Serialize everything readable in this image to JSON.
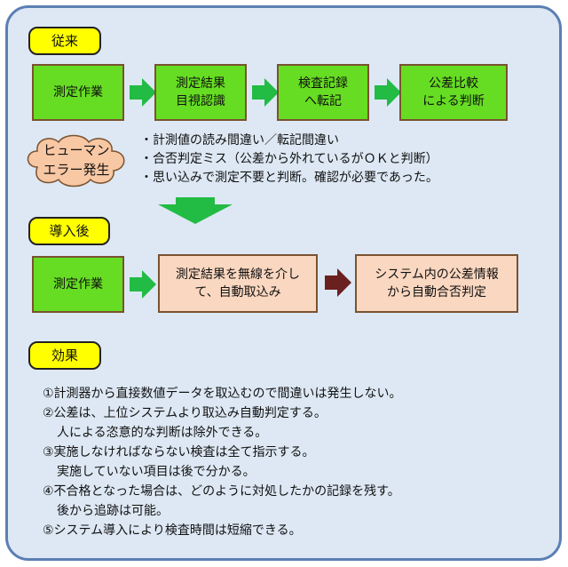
{
  "before": {
    "label": "従来",
    "steps": [
      "測定作業",
      "測定結果\n目視認識",
      "検査記録\nへ転記",
      "公差比較\nによる判断"
    ],
    "bubble": "ヒューマン\nエラー発生",
    "bullets": [
      "・計測値の読み間違い／転記間違い",
      "・合否判定ミス（公差から外れているがＯＫと判断）",
      "・思い込みで測定不要と判断。確認が必要であった。"
    ]
  },
  "after": {
    "label": "導入後",
    "steps": [
      "測定作業",
      "測定結果を無線を介し\nて、自動取込み",
      "システム内の公差情報\nから自動合否判定"
    ]
  },
  "effects": {
    "label": "効果",
    "items": [
      "①計測器から直接数値データを取込むので間違いは発生しない。",
      "②公差は、上位システムより取込み自動判定する。",
      "人による恣意的な判断は除外できる。",
      "③実施しなければならない検査は全て指示する。",
      "実施していない項目は後で分かる。",
      "④不合格となった場合は、どのように対処したかの記録を残す。",
      "後から追跡は可能。",
      "⑤システム導入により検査時間は短縮できる。"
    ]
  },
  "colors": {
    "process_box": "#66dd22",
    "auto_box": "#fad7c0",
    "arrow_green": "#22bb44",
    "arrow_brown": "#6b2020",
    "tag": "#ffff00",
    "frame_bg": "#dde8f4"
  }
}
